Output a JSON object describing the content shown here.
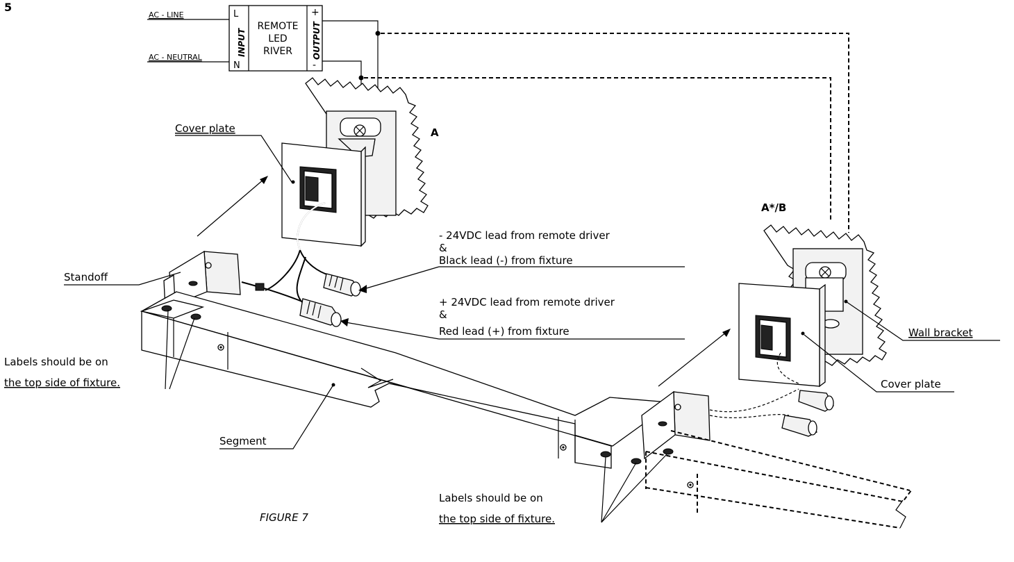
{
  "page_number": "5",
  "figure_caption": "FIGURE 7",
  "driver": {
    "title_lines": [
      "REMOTE",
      "LED",
      "RIVER"
    ],
    "input_label": "INPUT",
    "output_label": "OUTPUT",
    "pin_L": "L",
    "pin_N": "N",
    "pin_plus": "+",
    "pin_minus": "-",
    "ac_line": "AC - LINE",
    "ac_neutral": "AC - NEUTRAL"
  },
  "callouts": {
    "wall_a": "A",
    "wall_ab": "A*/B",
    "cover_plate_left": "Cover plate",
    "cover_plate_right": "Cover plate",
    "wall_bracket": "Wall bracket",
    "standoff": "Standoff",
    "segment": "Segment",
    "neg_lead_line1": "- 24VDC lead from remote driver",
    "neg_lead_line2": "&",
    "neg_lead_line3": "Black lead (-) from fixture",
    "pos_lead_line1": "+ 24VDC lead from remote driver",
    "pos_lead_line2": "&",
    "pos_lead_line3": "Red lead (+) from fixture",
    "labels_left_line1": "Labels should be on",
    "labels_left_line2": "the top side of fixture.",
    "labels_right_line1": "Labels should be on",
    "labels_right_line2": "the top side of fixture."
  }
}
